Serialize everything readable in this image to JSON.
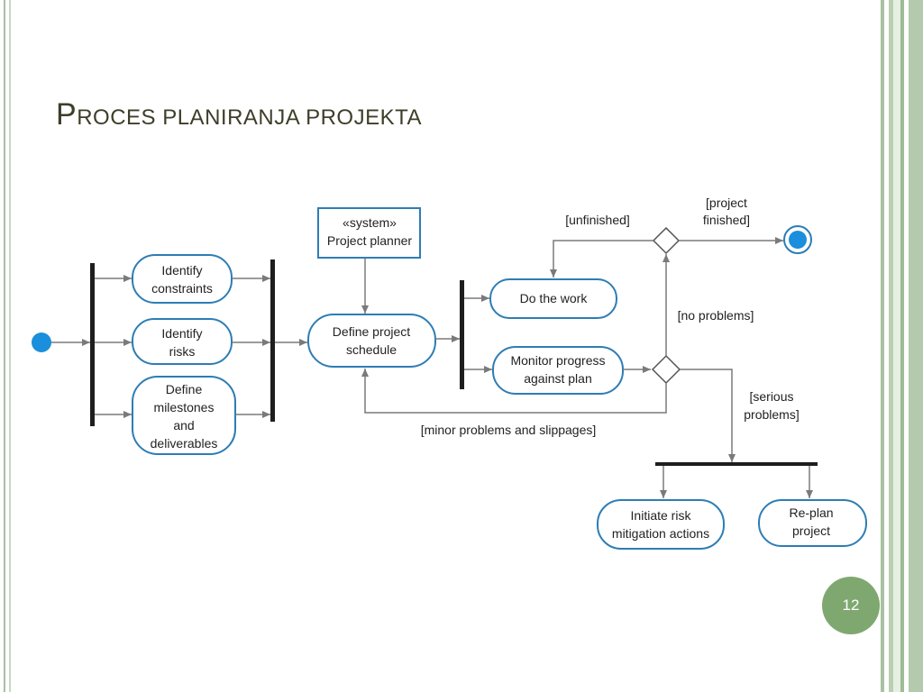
{
  "slide": {
    "title_first_letter": "P",
    "title_rest": "ROCES PLANIRANJA PROJEKTA",
    "page_number": "12"
  },
  "diagram": {
    "system_box": {
      "line1": "«system»",
      "line2": "Project planner"
    },
    "activities": {
      "identify_constraints": [
        "Identify",
        "constraints"
      ],
      "identify_risks": [
        "Identify",
        "risks"
      ],
      "define_milestones": [
        "Define",
        "milestones",
        "and",
        "deliverables"
      ],
      "define_schedule": [
        "Define project",
        "schedule"
      ],
      "do_work": [
        "Do the work"
      ],
      "monitor_progress": [
        "Monitor progress",
        "against plan"
      ],
      "initiate_risk": [
        "Initiate risk",
        "mitigation actions"
      ],
      "replan": [
        "Re-plan",
        "project"
      ]
    },
    "guards": {
      "unfinished": "[unfinished]",
      "project_finished": [
        "[project",
        "finished]"
      ],
      "no_problems": "[no problems]",
      "serious_problems": [
        "[serious",
        "problems]"
      ],
      "minor_problems": "[minor problems and slippages]"
    },
    "colors": {
      "node_stroke": "#2d7db4",
      "start_fill": "#1b8fdb",
      "line": "#7a7a7a"
    }
  }
}
